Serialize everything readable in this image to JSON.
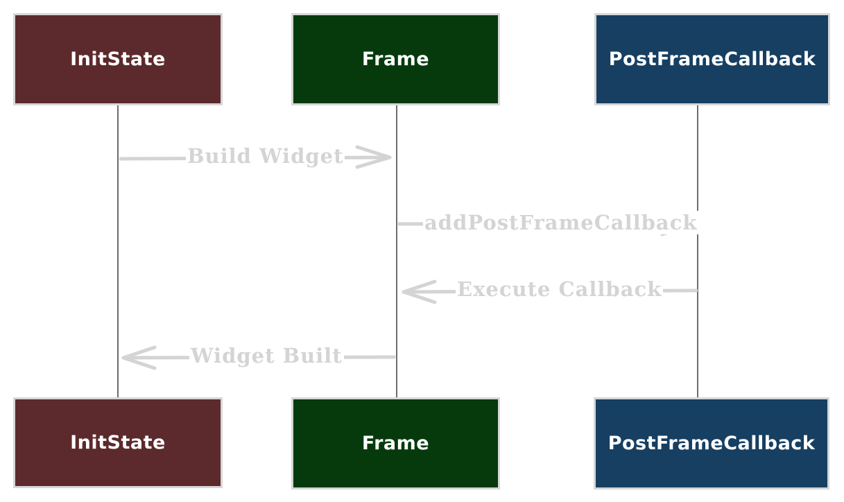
{
  "colors": {
    "initstate": "#5c2a2c",
    "frame": "#063a0d",
    "postframecallback": "#163f62",
    "box_border": "#d7d7d7",
    "lifeline": "#6d6d6d",
    "message": "#d4d4d4"
  },
  "participants": {
    "initstate": {
      "top_label": "InitState",
      "bottom_label": "InitState"
    },
    "frame": {
      "top_label": "Frame",
      "bottom_label": "Frame"
    },
    "postframecallback": {
      "top_label": "PostFrameCallback",
      "bottom_label": "PostFrameCallback"
    }
  },
  "messages": {
    "build_widget": {
      "label": "Build Widget",
      "from": "InitState",
      "to": "Frame"
    },
    "add_post_frame_callback": {
      "label": "addPostFrameCallback",
      "from": "Frame",
      "to": "PostFrameCallback"
    },
    "execute_callback": {
      "label": "Execute Callback",
      "from": "PostFrameCallback",
      "to": "Frame"
    },
    "widget_built": {
      "label": "Widget Built",
      "from": "Frame",
      "to": "InitState"
    }
  }
}
